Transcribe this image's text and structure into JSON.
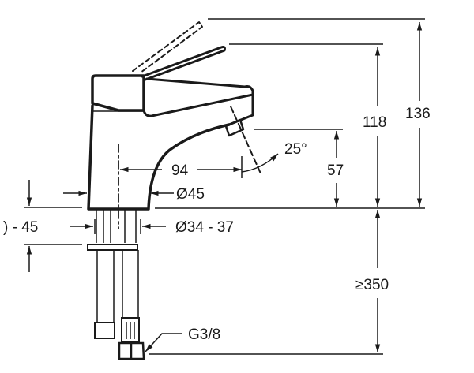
{
  "diagram": {
    "type": "technical-dimension-drawing",
    "subject": "single-lever basin mixer faucet",
    "colors": {
      "line": "#1a1a1a",
      "background": "#ffffff"
    },
    "dimensions": {
      "spout_reach": "94",
      "base_diameter": "Ø45",
      "hole_diameter": "Ø34 - 37",
      "deck_thickness": ") - 45",
      "spout_height": "57",
      "lever_height": "118",
      "total_height_lever_open": "136",
      "aerator_angle": "25°",
      "min_hose_length": "≥350",
      "thread": "G3/8"
    }
  }
}
